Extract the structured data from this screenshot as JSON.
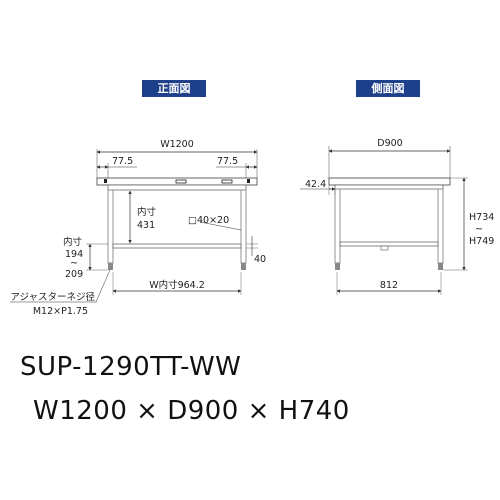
{
  "front_view": {
    "title": "正面図",
    "width": "W1200",
    "left_overhang": "77.5",
    "right_overhang": "77.5",
    "inner_height_label": "内寸",
    "inner_height_value": "431",
    "pipe_size": "□40×20",
    "brace_size": "40",
    "under_height_label": "内寸",
    "under_height_min": "194",
    "under_height_tilde": "~",
    "under_height_max": "209",
    "inner_width": "W内寸964.2",
    "adjuster_label": "アジャスターネジ径",
    "adjuster_size": "M12×P1.75"
  },
  "side_view": {
    "title": "側面図",
    "depth": "D900",
    "top_offset": "42.4",
    "height_min": "H734",
    "height_tilde": "~",
    "height_max": "H749",
    "leg_span": "812"
  },
  "product": {
    "model": "SUP-1290TT-WW",
    "dimensions": "W1200 × D900 × H740"
  },
  "colors": {
    "header_bg": "#1e3f8a",
    "line": "#555555",
    "leg": "#aaaaaa"
  }
}
